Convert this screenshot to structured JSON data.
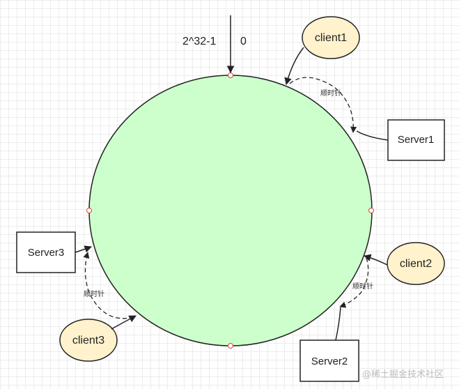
{
  "ring": {
    "top_left_label": "2^32-1",
    "top_right_label": "0",
    "fill_color": "#ccffcc",
    "node_fill": "#fff2cc"
  },
  "servers": [
    {
      "id": "server1",
      "label": "Server1"
    },
    {
      "id": "server2",
      "label": "Server2"
    },
    {
      "id": "server3",
      "label": "Server3"
    }
  ],
  "clients": [
    {
      "id": "client1",
      "label": "client1"
    },
    {
      "id": "client2",
      "label": "client2"
    },
    {
      "id": "client3",
      "label": "client3"
    }
  ],
  "direction_labels": [
    "顺时针",
    "顺时针",
    "顺时针"
  ],
  "watermark": "@稀土掘金技术社区"
}
